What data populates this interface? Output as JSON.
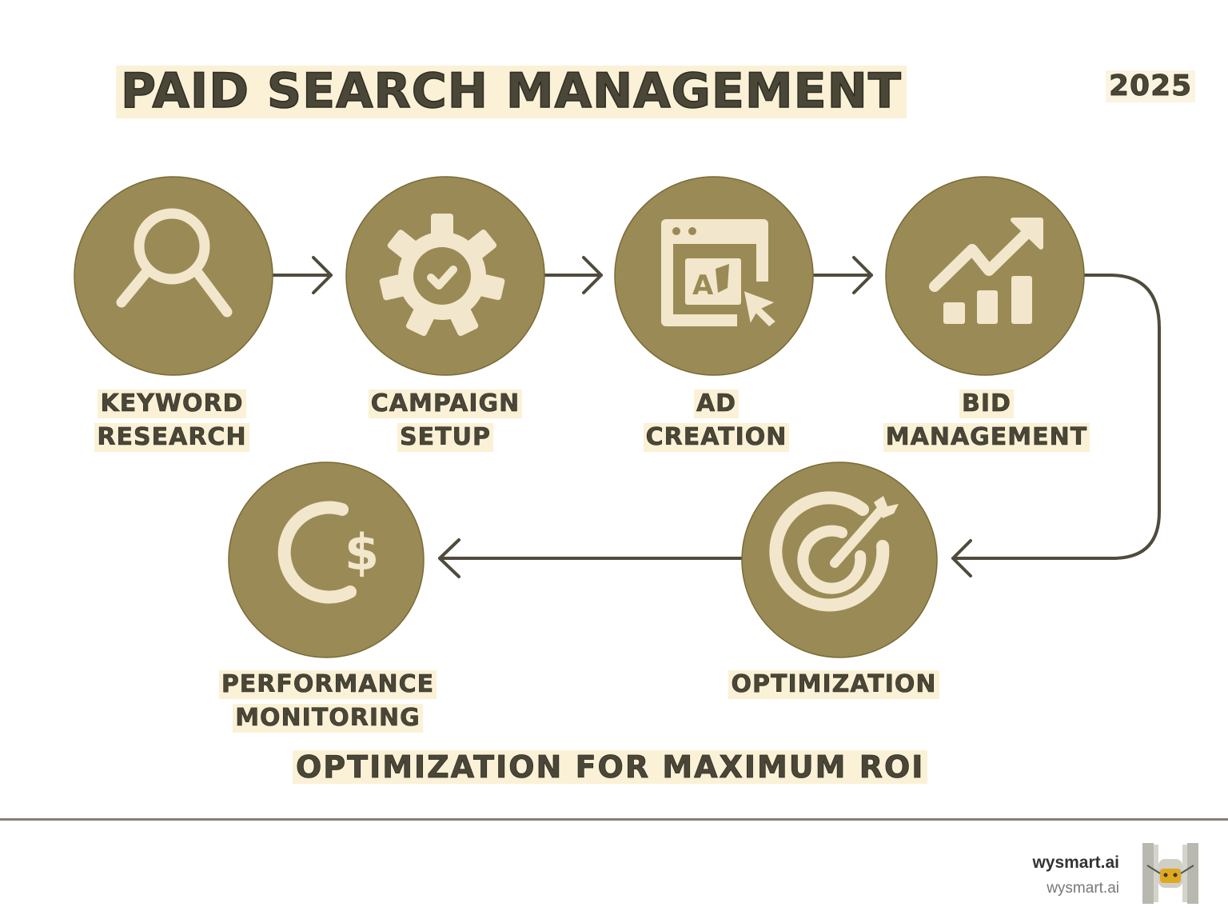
{
  "header": {
    "title": "PAID SEARCH MANAGEMENT",
    "year": "2025"
  },
  "colors": {
    "circle": "#9a8a55",
    "icon": "#f2e7cc",
    "arrow": "#4f4b3d",
    "label_bg": "#fbf1d6",
    "text": "#4a4738"
  },
  "steps": [
    {
      "id": "keyword-research",
      "line1": "KEYWORD",
      "line2": "RESEARCH",
      "icon": "search-icon"
    },
    {
      "id": "campaign-setup",
      "line1": "CAMPAIGN",
      "line2": "SETUP",
      "icon": "gear-check-icon"
    },
    {
      "id": "ad-creation",
      "line1": "AD",
      "line2": "CREATION",
      "icon": "browser-ad-cursor-icon"
    },
    {
      "id": "bid-management",
      "line1": "BID",
      "line2": "MANAGEMENT",
      "icon": "trend-chart-icon"
    },
    {
      "id": "optimization",
      "line1": "OPTIMIZATION",
      "line2": "",
      "icon": "target-arrow-icon"
    },
    {
      "id": "performance-monitoring",
      "line1": "PERFORMANCE",
      "line2": "MONITORING",
      "icon": "cycle-dollar-icon"
    }
  ],
  "footer_caption": "OPTIMIZATION FOR MAXIMUM ROI",
  "brand": {
    "name": "wysmart.ai",
    "sub": "wysmart.ai",
    "logo": "robot-logo-icon"
  }
}
